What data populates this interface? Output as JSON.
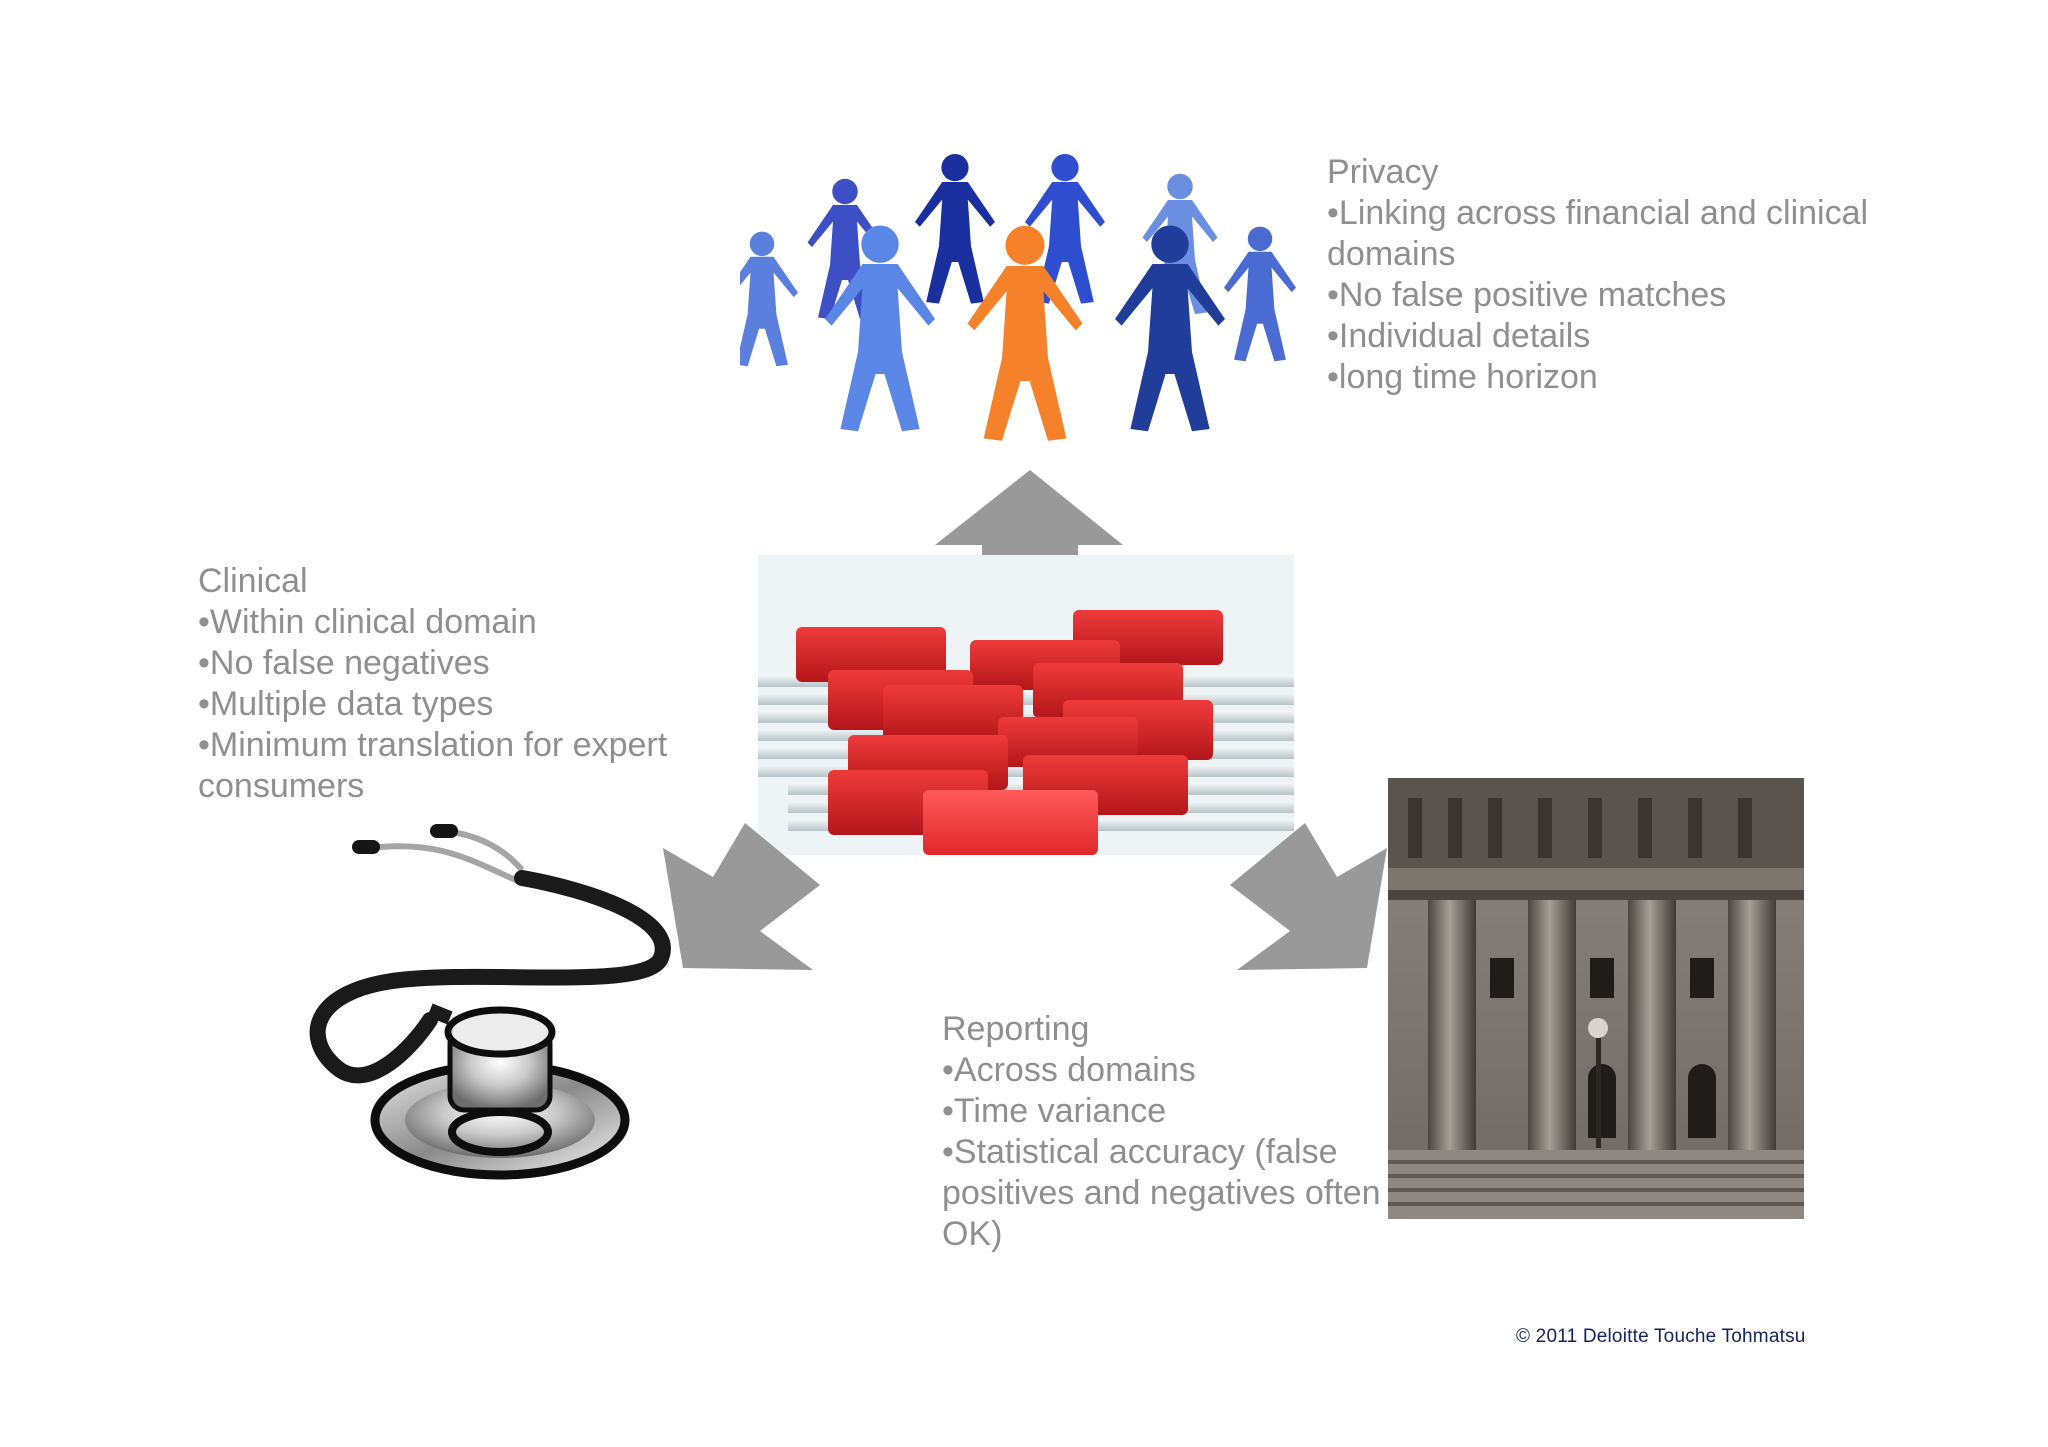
{
  "privacy": {
    "heading": "Privacy",
    "bullets": [
      "•Linking across financial and clinical domains",
      "•No false positive matches",
      "•Individual details",
      "•long time horizon"
    ]
  },
  "clinical": {
    "heading": "Clinical",
    "bullets": [
      "•Within clinical domain",
      "•No false negatives",
      "•Multiple data types",
      "•Minimum translation for expert consumers"
    ]
  },
  "reporting": {
    "heading": "Reporting",
    "bullets": [
      "•Across domains",
      "•Time variance",
      "•Statistical accuracy (false positives and negatives often OK)"
    ]
  },
  "footer": {
    "copyright": "© 2011 Deloitte Touche  Tohmatsu"
  },
  "icons": {
    "top": "people-circle-icon",
    "center": "red-folder-tabs-icon",
    "left": "stethoscope-icon",
    "right": "government-building-icon"
  },
  "colors": {
    "text": "#8f8f8f",
    "arrow": "#999999",
    "footer": "#13235c",
    "accent_orange": "#f5822a",
    "accent_blue": "#1f3d99",
    "folder_red": "#d91c1f"
  }
}
